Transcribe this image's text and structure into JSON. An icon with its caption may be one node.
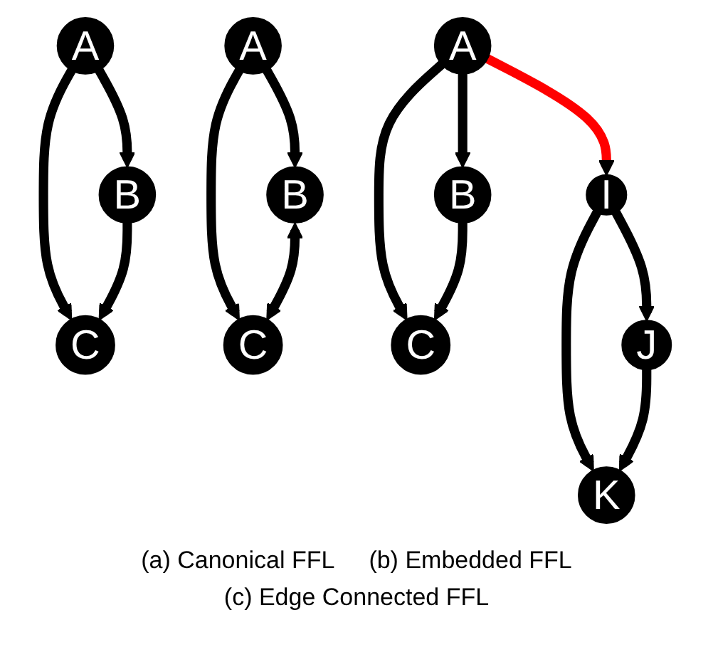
{
  "diagram": {
    "nodes": [
      {
        "text": [
          "A"
        ]
      },
      {
        "text": [
          "B"
        ]
      },
      {
        "text": [
          "C"
        ]
      },
      {
        "text": [
          "A"
        ]
      },
      {
        "text": [
          "B"
        ]
      },
      {
        "text": [
          "C"
        ]
      },
      {
        "text": [
          "A"
        ]
      },
      {
        "text": [
          "B"
        ]
      },
      {
        "text": [
          "C"
        ]
      },
      {
        "text": [
          "I"
        ]
      },
      {
        "text": [
          "J"
        ]
      },
      {
        "text": [
          "K"
        ]
      }
    ],
    "edges": [
      {
        "from": 0,
        "to": 1,
        "arrow": "to"
      },
      {
        "from": 0,
        "to": 2,
        "arrow": "to"
      },
      {
        "from": 1,
        "to": 2,
        "arrow": "to"
      },
      {
        "from": 3,
        "to": 4,
        "arrow": "to"
      },
      {
        "from": 3,
        "to": 5,
        "arrow": "to"
      },
      {
        "from": 4,
        "to": 5,
        "arrow": "both"
      },
      {
        "from": 6,
        "to": 7,
        "arrow": "to"
      },
      {
        "from": 6,
        "to": 8,
        "arrow": "to"
      },
      {
        "from": 7,
        "to": 8,
        "arrow": "to"
      },
      {
        "from": 6,
        "to": 9,
        "arrow": "to",
        "color": "#ff0000"
      },
      {
        "from": 9,
        "to": 10,
        "arrow": "to"
      },
      {
        "from": 9,
        "to": 11,
        "arrow": "to"
      },
      {
        "from": 10,
        "to": 11,
        "arrow": "to"
      }
    ],
    "labels": [
      "(a) Canonical FFL",
      "(b) Embedded FFL",
      "(c) Edge Connected FFL"
    ]
  }
}
